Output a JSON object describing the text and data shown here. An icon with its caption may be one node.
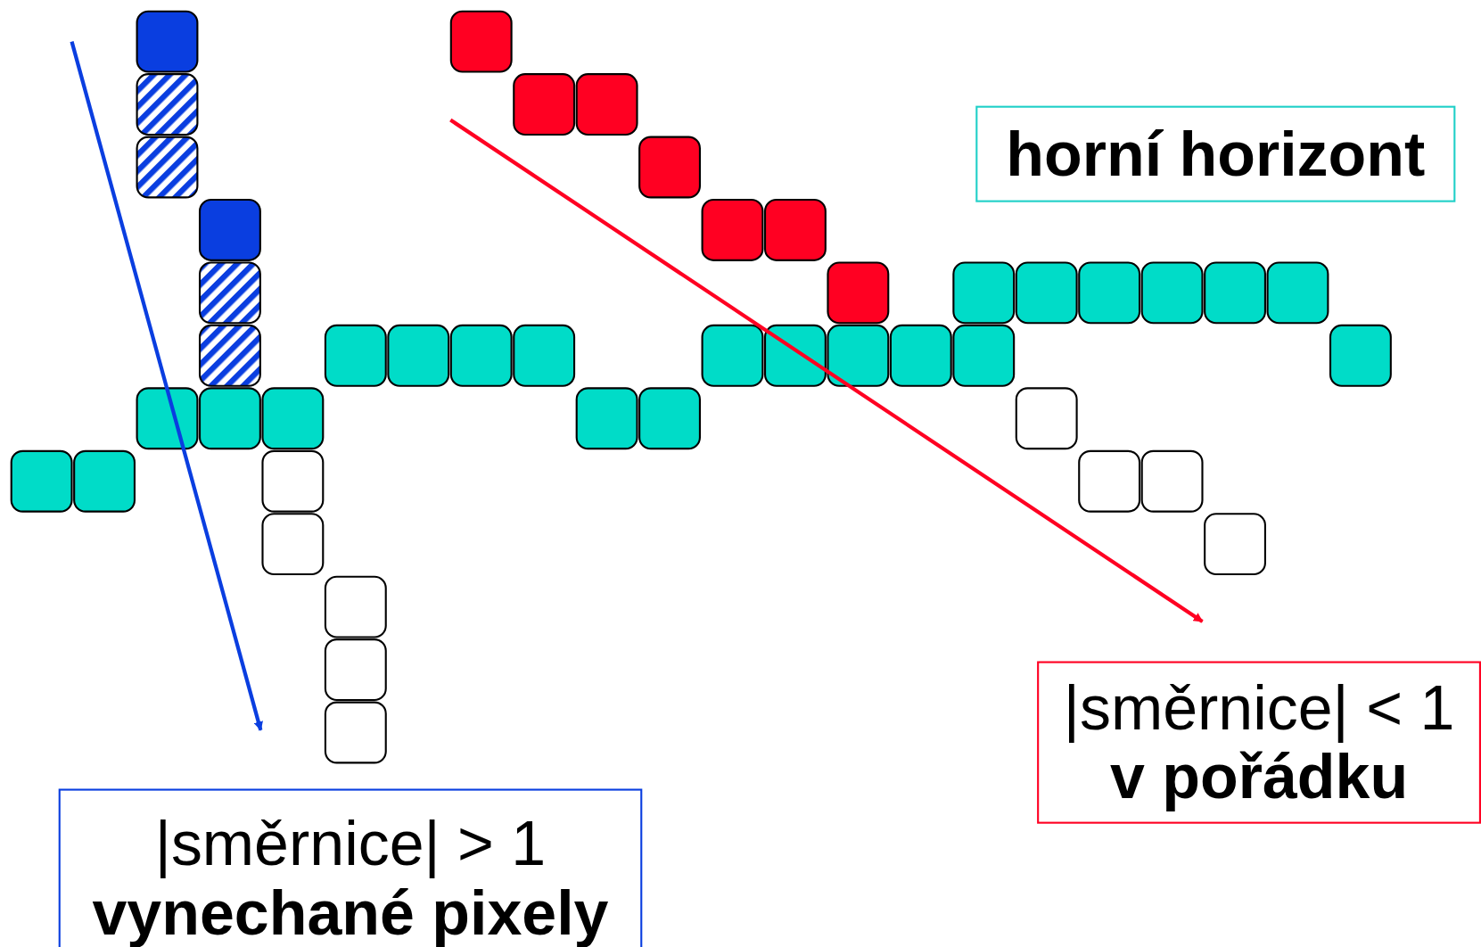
{
  "diagram": {
    "nodes": [
      {
        "text": [
          "horní horizont"
        ]
      },
      {
        "text": [
          "|směrnice| > 1",
          "vynechané pixely"
        ]
      },
      {
        "text": [
          "|směrnice| < 1",
          "v pořádku"
        ]
      }
    ]
  }
}
